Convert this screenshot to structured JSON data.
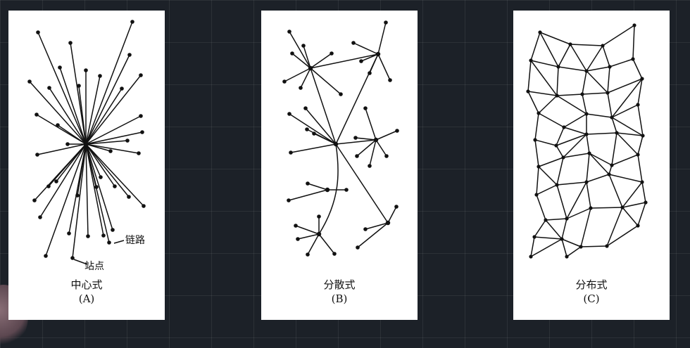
{
  "panels": [
    {
      "title": "中心式",
      "label": "(A)",
      "annotations": {
        "link": "链路",
        "node": "站点"
      }
    },
    {
      "title": "分散式",
      "label": "(B)"
    },
    {
      "title": "分布式",
      "label": "(C)"
    }
  ],
  "colors": {
    "background": "#1c2128",
    "panel": "#ffffff",
    "ink": "#111111"
  }
}
